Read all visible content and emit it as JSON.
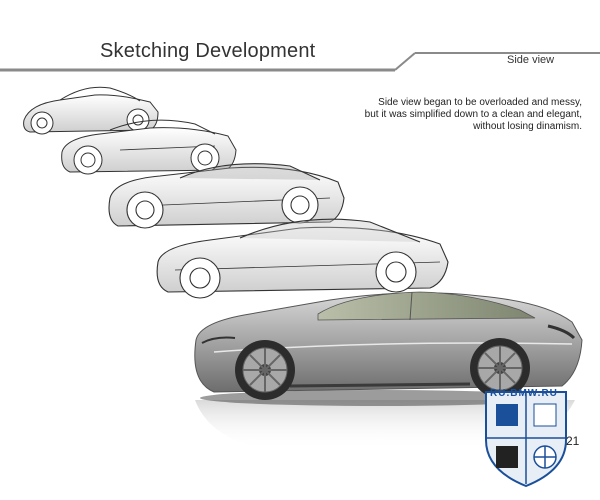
{
  "header": {
    "title": "Sketching Development",
    "section": "Side view"
  },
  "description": {
    "lines": [
      "Side view began to be overloaded and messy,",
      "but it was simplified down to a clean and elegant,",
      "without losing dinamism."
    ]
  },
  "watermark": {
    "text": "RU.BMW.RU"
  },
  "page_number": "21",
  "colors": {
    "rule": "#8a8a8a",
    "text": "#333333",
    "badge_blue": "#1a4f9a",
    "car_body": "#9e9e9e"
  }
}
